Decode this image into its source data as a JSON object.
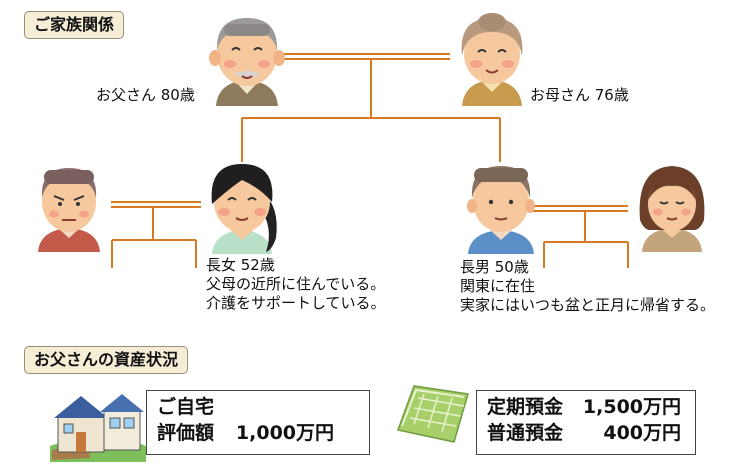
{
  "family_section": {
    "title": "ご家族関係"
  },
  "father": {
    "label": "お父さん 80歳"
  },
  "mother": {
    "label": "お母さん 76歳"
  },
  "daughter": {
    "line1": "長女 52歳",
    "line2": "父母の近所に住んでいる。",
    "line3": "介護をサポートしている。"
  },
  "son": {
    "line1": "長男 50歳",
    "line2": "関東に在住",
    "line3": "実家にはいつも盆と正月に帰省する。"
  },
  "assets_section": {
    "title": "お父さんの資産状況"
  },
  "home_box": {
    "line1": "ご自宅",
    "label2": "評価額",
    "value2": "1,000万円"
  },
  "deposit_box": {
    "time_label": "定期預金",
    "time_value": "1,500万円",
    "ordinary_label": "普通預金",
    "ordinary_value": "400万円"
  },
  "colors": {
    "line_orange": "#d97a20",
    "tag_bg": "#f6edd6"
  },
  "icons": [
    "grandfather-icon",
    "grandmother-icon",
    "son-in-law-icon",
    "daughter-icon",
    "son-icon",
    "daughter-in-law-icon",
    "house-icon",
    "passbook-icon"
  ]
}
